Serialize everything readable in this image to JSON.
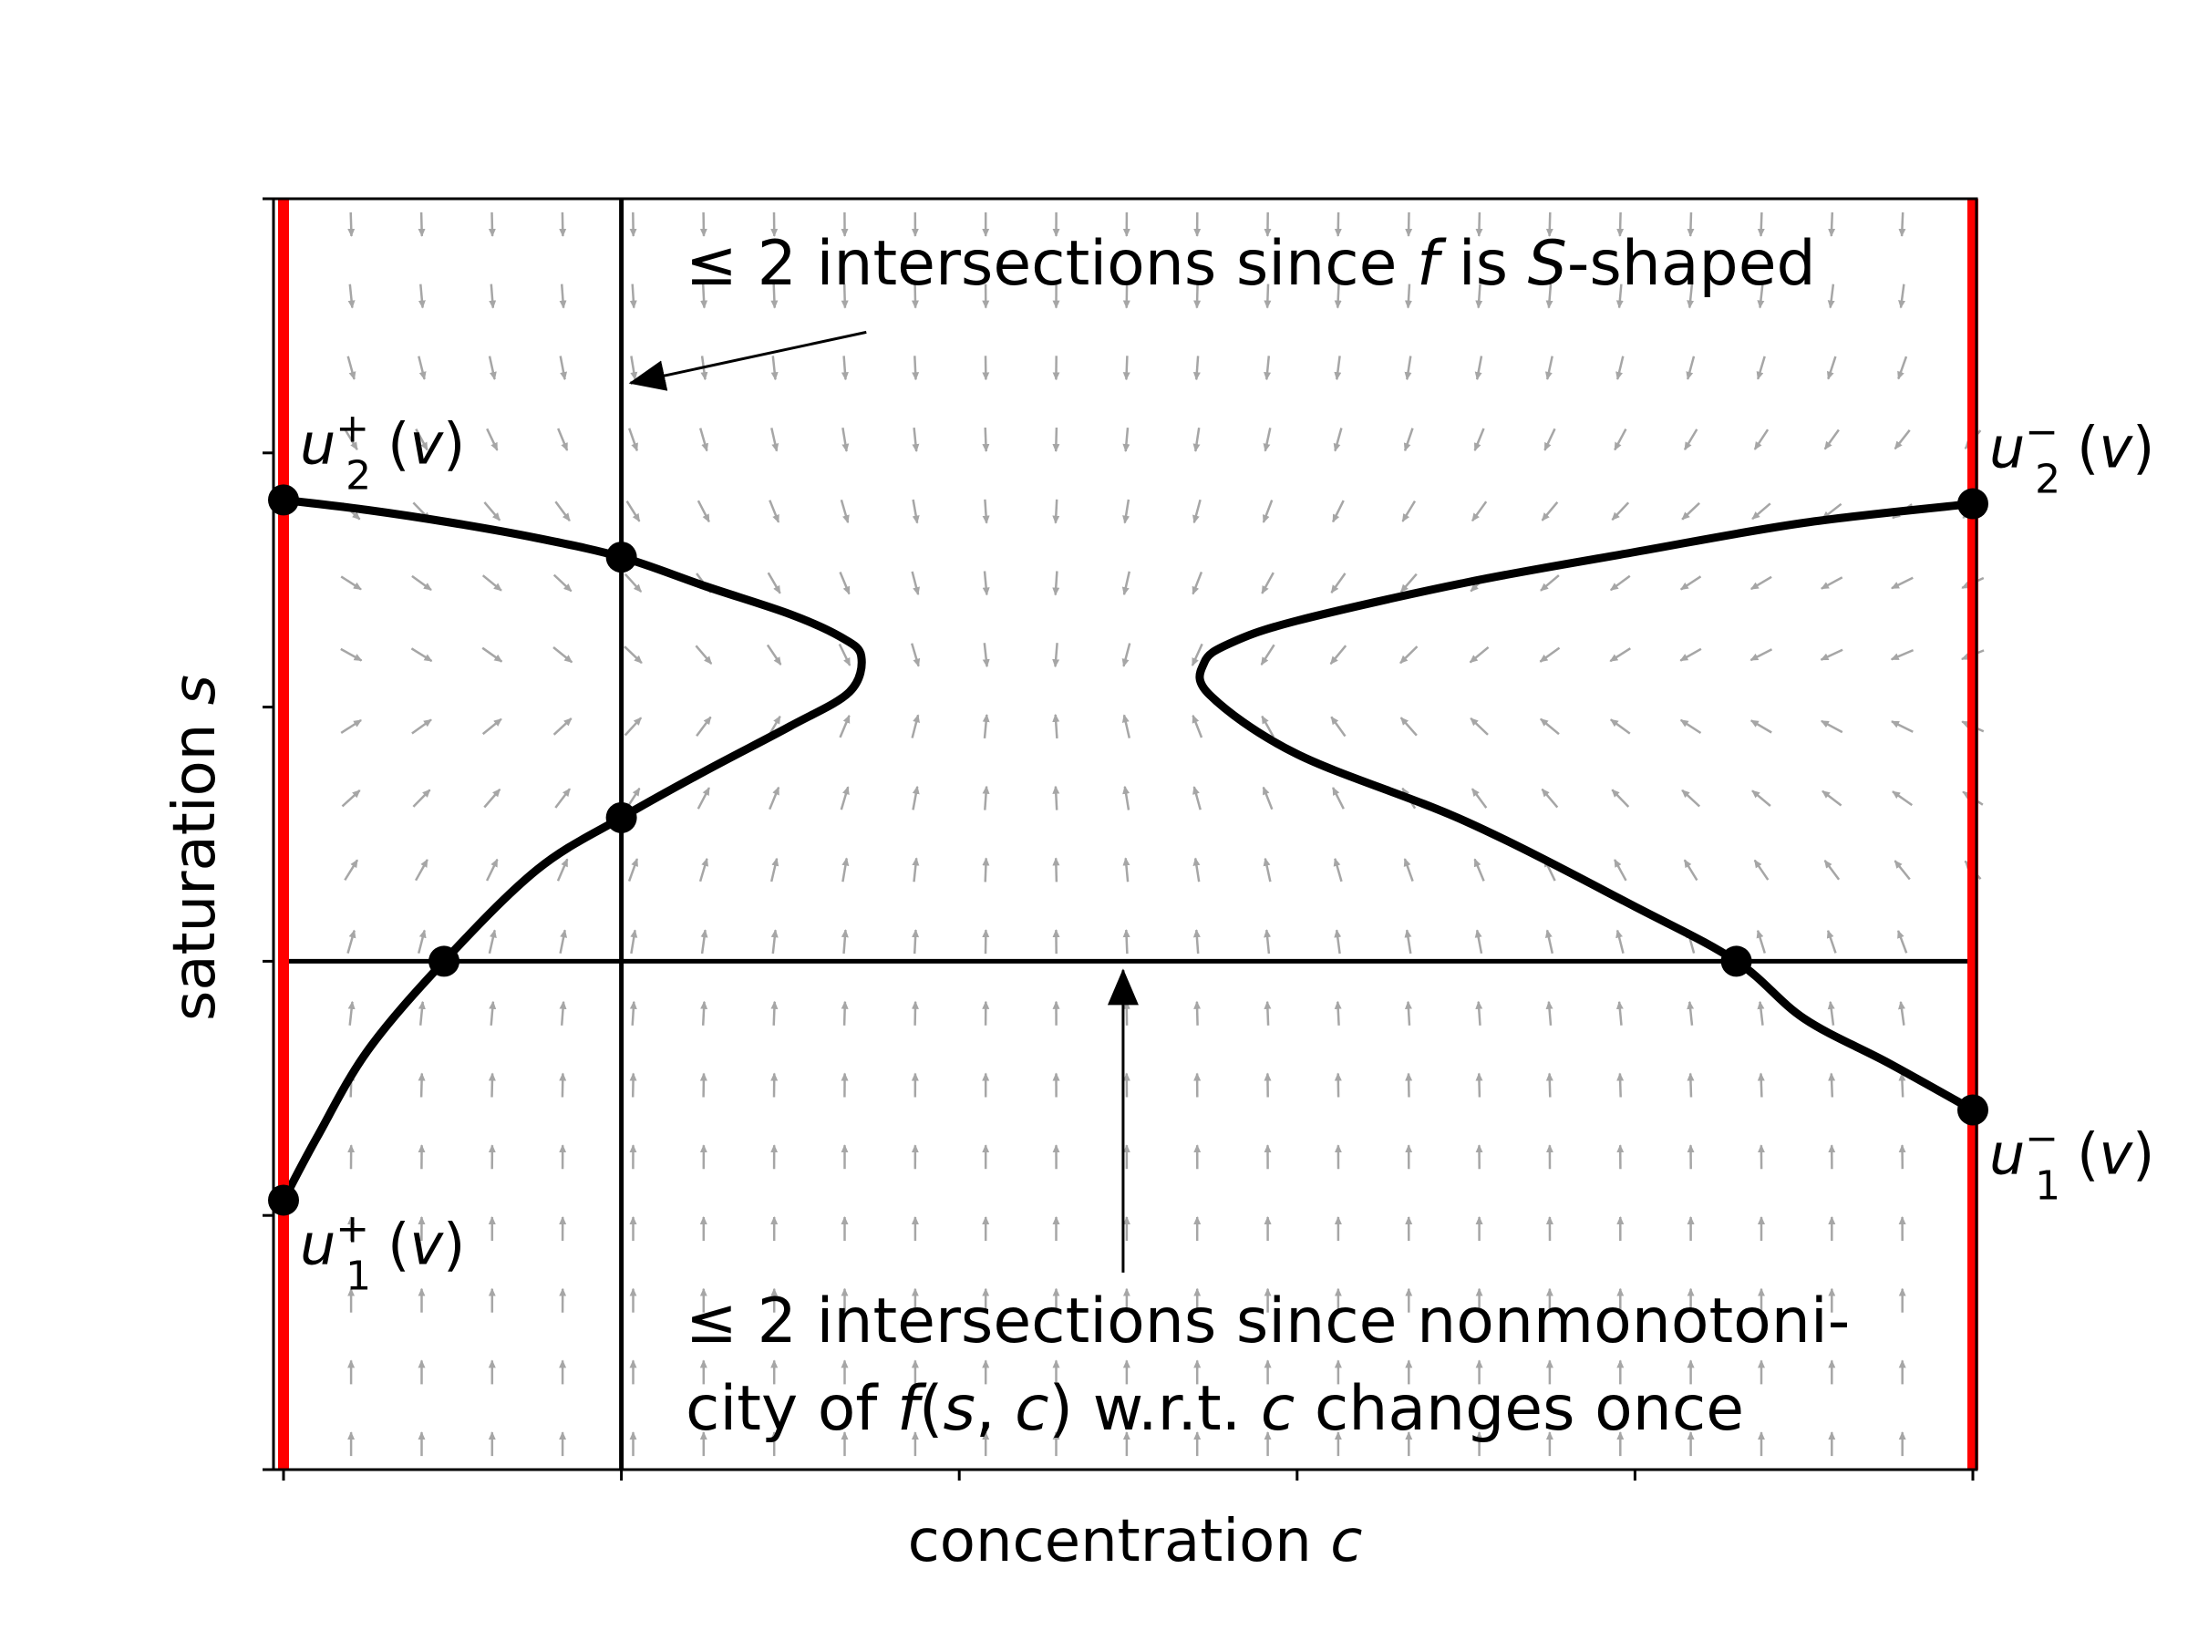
{
  "chart_data": {
    "type": "line",
    "xlabel": "concentration c",
    "ylabel": "saturation s",
    "xlim": [
      0,
      1
    ],
    "ylim": [
      0,
      1
    ],
    "xticks": [
      0,
      0.2,
      0.4,
      0.6,
      0.8,
      1.0
    ],
    "yticks": [
      0,
      0.2,
      0.4,
      0.6,
      0.8,
      1.0
    ],
    "tick_labels_shown": false,
    "grid": false,
    "colors": {
      "curve": "#000000",
      "boundary": "#ff0000",
      "field": "#a6a6a6"
    },
    "boundary_lines_c": [
      0,
      1
    ],
    "reference_lines": {
      "vertical_c": 0.2,
      "horizontal_s": 0.4
    },
    "series": [
      {
        "branch": "left",
        "points": [
          {
            "c": 0.0,
            "s": 0.212
          },
          {
            "c": 0.02,
            "s": 0.262
          },
          {
            "c": 0.05,
            "s": 0.33
          },
          {
            "c": 0.095,
            "s": 0.4
          },
          {
            "c": 0.15,
            "s": 0.472
          },
          {
            "c": 0.2,
            "s": 0.513
          },
          {
            "c": 0.25,
            "s": 0.55
          },
          {
            "c": 0.3,
            "s": 0.585
          },
          {
            "c": 0.335,
            "s": 0.612
          },
          {
            "c": 0.342,
            "s": 0.64
          },
          {
            "c": 0.33,
            "s": 0.655
          },
          {
            "c": 0.3,
            "s": 0.673
          },
          {
            "c": 0.25,
            "s": 0.695
          },
          {
            "c": 0.2,
            "s": 0.718
          },
          {
            "c": 0.15,
            "s": 0.733
          },
          {
            "c": 0.1,
            "s": 0.745
          },
          {
            "c": 0.05,
            "s": 0.755
          },
          {
            "c": 0.0,
            "s": 0.763
          }
        ]
      },
      {
        "branch": "right",
        "points": [
          {
            "c": 1.0,
            "s": 0.283
          },
          {
            "c": 0.95,
            "s": 0.32
          },
          {
            "c": 0.9,
            "s": 0.355
          },
          {
            "c": 0.86,
            "s": 0.4
          },
          {
            "c": 0.8,
            "s": 0.443
          },
          {
            "c": 0.7,
            "s": 0.51
          },
          {
            "c": 0.6,
            "s": 0.563
          },
          {
            "c": 0.548,
            "s": 0.61
          },
          {
            "c": 0.545,
            "s": 0.635
          },
          {
            "c": 0.56,
            "s": 0.65
          },
          {
            "c": 0.6,
            "s": 0.668
          },
          {
            "c": 0.7,
            "s": 0.698
          },
          {
            "c": 0.8,
            "s": 0.722
          },
          {
            "c": 0.9,
            "s": 0.745
          },
          {
            "c": 1.0,
            "s": 0.76
          }
        ]
      }
    ],
    "markers": [
      {
        "c": 0.0,
        "s": 0.763
      },
      {
        "c": 0.0,
        "s": 0.212
      },
      {
        "c": 1.0,
        "s": 0.76
      },
      {
        "c": 1.0,
        "s": 0.283
      },
      {
        "c": 0.2,
        "s": 0.718
      },
      {
        "c": 0.2,
        "s": 0.513
      },
      {
        "c": 0.095,
        "s": 0.4
      },
      {
        "c": 0.86,
        "s": 0.4
      }
    ],
    "point_labels": [
      {
        "sup": "+",
        "sub": "2",
        "pre": "u",
        "post": "(v)",
        "c": 0.0,
        "s": 0.763,
        "position": "above-right"
      },
      {
        "sup": "+",
        "sub": "1",
        "pre": "u",
        "post": "(v)",
        "c": 0.0,
        "s": 0.212,
        "position": "below-right"
      },
      {
        "sup": "−",
        "sub": "2",
        "pre": "u",
        "post": "(v)",
        "c": 1.0,
        "s": 0.76,
        "position": "above-right"
      },
      {
        "sup": "−",
        "sub": "1",
        "pre": "u",
        "post": "(v)",
        "c": 1.0,
        "s": 0.283,
        "position": "below-right"
      }
    ],
    "annotations": [
      {
        "text_parts": [
          "≤ 2 intersections since ",
          "f",
          " is ",
          "S",
          "-shaped"
        ],
        "arrow_from": {
          "c": 0.345,
          "s": 0.895
        },
        "arrow_to": {
          "c": 0.2,
          "s": 0.855
        }
      },
      {
        "lines": [
          [
            "≤ 2 intersections since nonmonotoni-"
          ],
          [
            "city of ",
            "f",
            "(",
            "s",
            ", ",
            "c",
            ") w.r.t. ",
            "c",
            " changes once"
          ]
        ],
        "arrow_from": {
          "c": 0.497,
          "s": 0.155
        },
        "arrow_to": {
          "c": 0.497,
          "s": 0.4
        }
      }
    ]
  }
}
